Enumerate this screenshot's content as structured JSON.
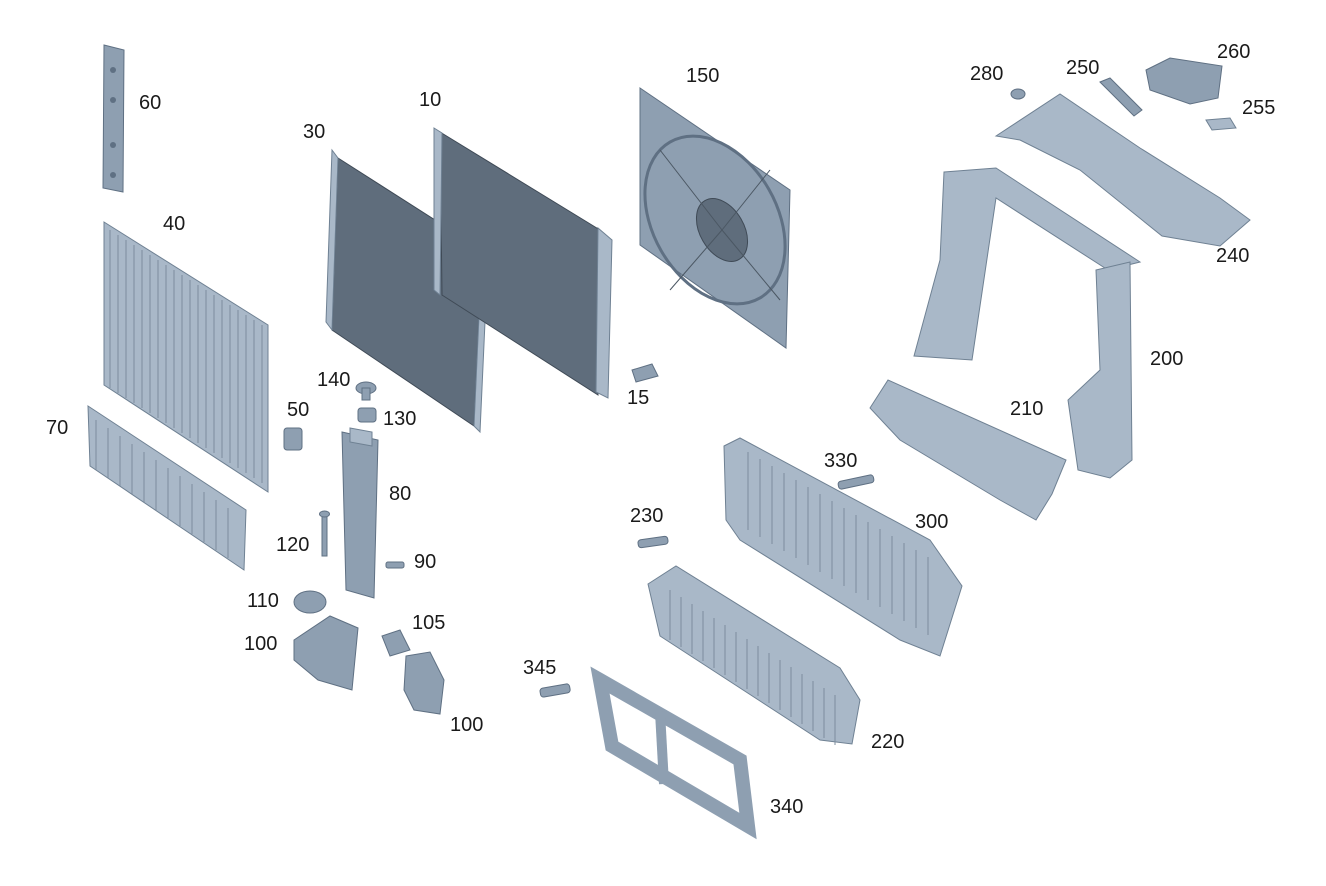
{
  "diagram": {
    "parts": [
      {
        "id": "p10",
        "label": "10"
      },
      {
        "id": "p15",
        "label": "15"
      },
      {
        "id": "p30",
        "label": "30"
      },
      {
        "id": "p40",
        "label": "40"
      },
      {
        "id": "p50",
        "label": "50"
      },
      {
        "id": "p60",
        "label": "60"
      },
      {
        "id": "p70",
        "label": "70"
      },
      {
        "id": "p80",
        "label": "80"
      },
      {
        "id": "p90",
        "label": "90"
      },
      {
        "id": "p100a",
        "label": "100"
      },
      {
        "id": "p100b",
        "label": "100"
      },
      {
        "id": "p105",
        "label": "105"
      },
      {
        "id": "p110",
        "label": "110"
      },
      {
        "id": "p120",
        "label": "120"
      },
      {
        "id": "p130",
        "label": "130"
      },
      {
        "id": "p140",
        "label": "140"
      },
      {
        "id": "p150",
        "label": "150"
      },
      {
        "id": "p200",
        "label": "200"
      },
      {
        "id": "p210",
        "label": "210"
      },
      {
        "id": "p220",
        "label": "220"
      },
      {
        "id": "p230",
        "label": "230"
      },
      {
        "id": "p240",
        "label": "240"
      },
      {
        "id": "p250",
        "label": "250"
      },
      {
        "id": "p255",
        "label": "255"
      },
      {
        "id": "p260",
        "label": "260"
      },
      {
        "id": "p280",
        "label": "280"
      },
      {
        "id": "p300",
        "label": "300"
      },
      {
        "id": "p330",
        "label": "330"
      },
      {
        "id": "p340",
        "label": "340"
      },
      {
        "id": "p345",
        "label": "345"
      }
    ]
  }
}
